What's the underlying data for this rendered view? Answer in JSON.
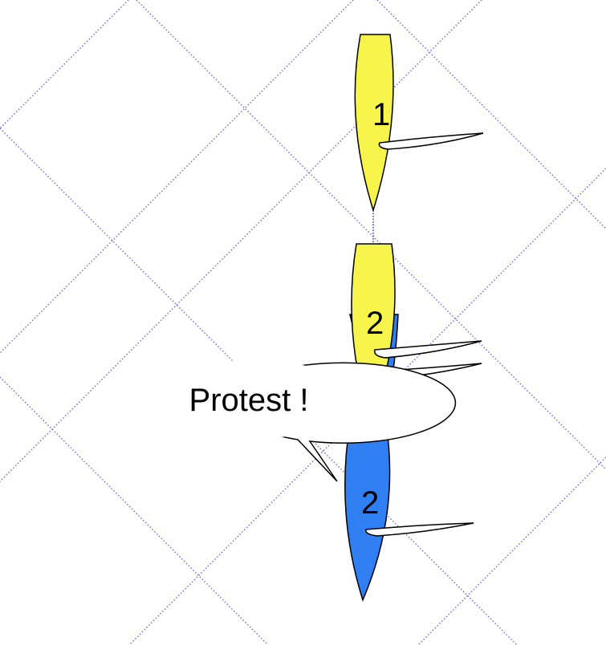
{
  "diagram": {
    "boats": [
      {
        "id": "boat-1-yellow",
        "label": "1",
        "hull_color": "#f7f44c"
      },
      {
        "id": "boat-2-yellow",
        "label": "2",
        "hull_color": "#f7f44c"
      },
      {
        "id": "boat-2-blue",
        "label": "2",
        "hull_color": "#2f7ef2"
      }
    ],
    "speech_bubble": {
      "text": "Protest !"
    },
    "colors": {
      "grid_line": "#7b78d6",
      "connector": "#2233dd",
      "outline": "#000000",
      "sail_fill": "#ffffff"
    }
  }
}
